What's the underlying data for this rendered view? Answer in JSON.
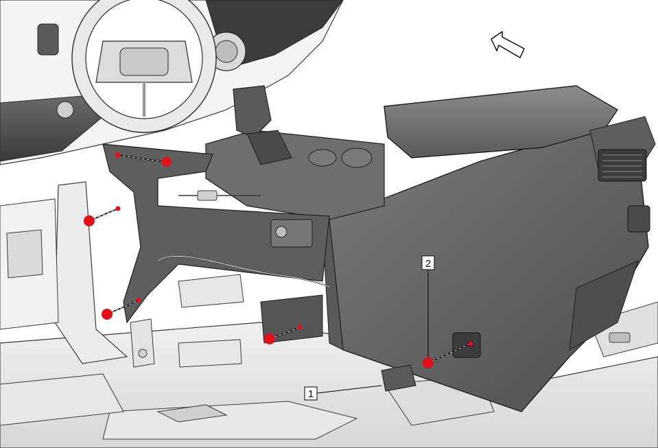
{
  "callouts": [
    {
      "id": "1",
      "label": "1"
    },
    {
      "id": "2",
      "label": "2"
    }
  ],
  "icons": {
    "direction_arrow": "forward-arrow-icon",
    "fastener_marker": "red-fastener-dot-icon"
  },
  "colors": {
    "background": "#ffffff",
    "line_art": "#2a2a2a",
    "console_dark": "#6c6c6c",
    "console_mid": "#8a8a8a",
    "floor_light": "#e2e2e2",
    "fastener_red": "#e3101a"
  }
}
